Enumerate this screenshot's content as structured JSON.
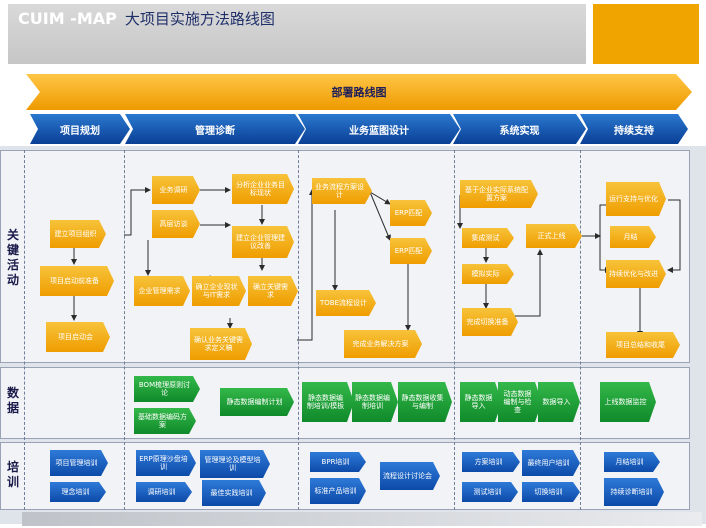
{
  "title": {
    "main": "CUIM -MAP",
    "sub": "大项目实施方法路线图"
  },
  "banner": "部署路线图",
  "phases": [
    "项目规划",
    "管理诊断",
    "业务蓝图设计",
    "系统实现",
    "持续支持"
  ],
  "row_labels": {
    "activities": "关键活动",
    "data": "数据",
    "training": "培训"
  },
  "activities": {
    "planning": [
      "建立项目组织",
      "项目启动前准备",
      "项目启动会"
    ],
    "diagnosis": [
      "业务调研",
      "高层访谈",
      "分析企业业务目标现状",
      "建立企业管理建议改善",
      "企业管理需求",
      "确立企业现状与IT需求",
      "确立关键需求",
      "确认业务关键需求定义稿"
    ],
    "blueprint": [
      "业务流程方案设计",
      "ERP匹配",
      "ERP匹配",
      "TOBE流程设计",
      "完成业务解决方案"
    ],
    "implementation": [
      "基于企业实际系统配置方案",
      "集成测试",
      "模拟实际",
      "完成切换准备",
      "正式上线"
    ],
    "support": [
      "运行支持与优化",
      "月结",
      "持续优化与改进",
      "项目总结和收尾"
    ]
  },
  "data_row": {
    "diagnosis": [
      "BOM梳理原则讨论",
      "基础数据编码方案",
      "静态数据编制计划"
    ],
    "blueprint": [
      "静态数据编制培训/模板",
      "静态数据编制培训",
      "静态数据收集与编制"
    ],
    "implementation": [
      "静态数据导入",
      "动态数据编制与检查",
      "数据导入"
    ],
    "support": [
      "上线数据监控"
    ]
  },
  "training_row": {
    "planning": [
      "项目管理培训",
      "理念培训"
    ],
    "diagnosis": [
      "ERP原理沙盘培训",
      "管理理论及模型培训",
      "调研培训",
      "最佳实践培训"
    ],
    "blueprint": [
      "BPR培训",
      "标准产品培训",
      "流程设计讨论会"
    ],
    "implementation": [
      "方案培训",
      "最终用户培训",
      "测试培训",
      "切换培训"
    ],
    "support": [
      "月结培训",
      "持续诊断培训"
    ]
  }
}
